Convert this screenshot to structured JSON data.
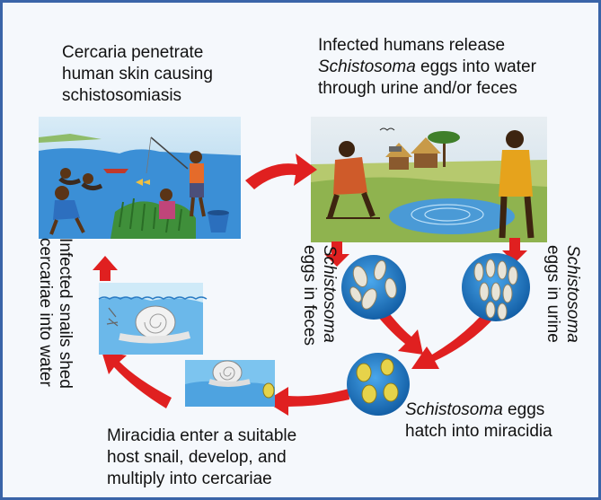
{
  "captions": {
    "cercaria_penetrate": [
      "Cercaria penetrate",
      "human skin causing",
      "schistosomiasis"
    ],
    "infected_humans": {
      "line1": "Infected humans release",
      "line2_italic": "Schistosoma",
      "line2_rest": " eggs into water",
      "line3": "through urine and/or feces"
    },
    "eggs_hatch": {
      "italic": "Schistosoma",
      "rest": " eggs",
      "line2": "hatch into miracidia"
    },
    "miracidia_enter": [
      "Miracidia enter a suitable",
      "host snail, develop, and",
      "multiply into cercariae"
    ],
    "snails_shed": [
      "Infected snails shed",
      "cercariae into water"
    ],
    "eggs_feces": {
      "italic": "Schistosoma",
      "line2": "eggs in feces"
    },
    "eggs_urine": {
      "italic": "Schistosoma",
      "line2": "eggs in urine"
    }
  },
  "colors": {
    "frame": "#3a64a8",
    "arrow": "#e02020",
    "water": "#3b8fd6",
    "egg_circle": "#1f78c8",
    "hatch_circle": "#2a8ad8"
  },
  "icons": {
    "scene_left": "people-wading-lake-illustration",
    "scene_right": "people-village-pond-illustration",
    "eggs_feces": "eggs-circle-icon",
    "eggs_urine": "eggs-circle-icon",
    "miracidia": "miracidia-circle-icon",
    "snail_small": "snail-icon",
    "snail_large": "snail-icon"
  }
}
